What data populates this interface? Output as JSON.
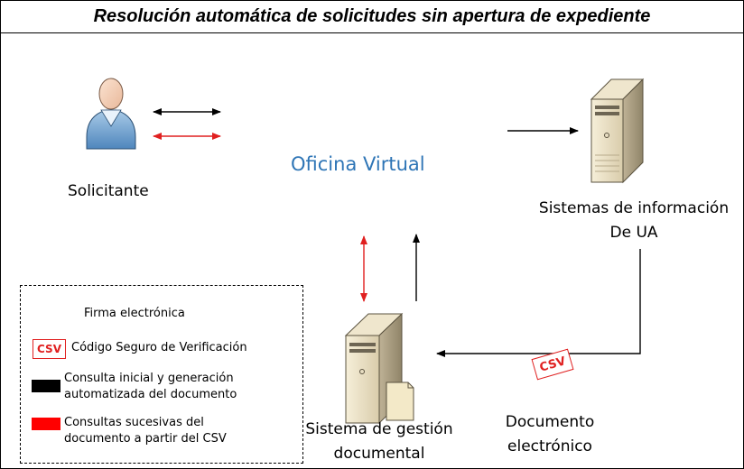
{
  "title": "Resolución automática de solicitudes sin apertura de expediente",
  "nodes": {
    "solicitante": "Solicitante",
    "oficina_virtual": "Oficina Virtual",
    "sistemas_info_line1": "Sistemas de información",
    "sistemas_info_line2": "De UA",
    "gestion_line1": "Sistema de gestión",
    "gestion_line2": "documental",
    "documento_line1": "Documento",
    "documento_line2": "electrónico"
  },
  "csv_stamp": "CSV",
  "legend": {
    "firma": "Firma electrónica",
    "csv_badge": "CSV",
    "csv_label": "Código Seguro de Verificación",
    "black_line1": "Consulta inicial y generación",
    "black_line2": "automatizada del documento",
    "red_line1": "Consultas sucesivas del",
    "red_line2": "documento a partir del CSV"
  },
  "colors": {
    "initial_flow": "#000000",
    "successive_flow": "#e02020",
    "oficina_text": "#2e75b6",
    "csv": "#e02020"
  },
  "icons": [
    "person-icon",
    "server-icon",
    "document-server-icon"
  ]
}
